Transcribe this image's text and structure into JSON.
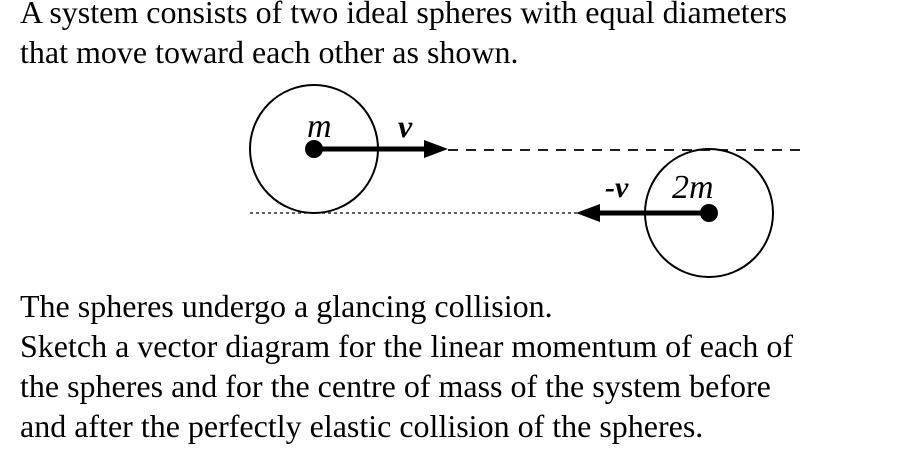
{
  "intro": {
    "lines": [
      "A system consists of two ideal spheres with equal diameters",
      "that move toward each other as shown."
    ]
  },
  "diagram": {
    "sphere_left": {
      "mass_label": "m",
      "velocity_label": "v"
    },
    "sphere_right": {
      "mass_label": "2m",
      "velocity_label": "-v"
    }
  },
  "outro": {
    "lines": [
      "The spheres undergo a glancing collision.",
      "Sketch a vector diagram for the linear momentum of each of",
      "the spheres and for the centre of mass of the system before",
      "and after the perfectly elastic collision of the spheres."
    ]
  }
}
